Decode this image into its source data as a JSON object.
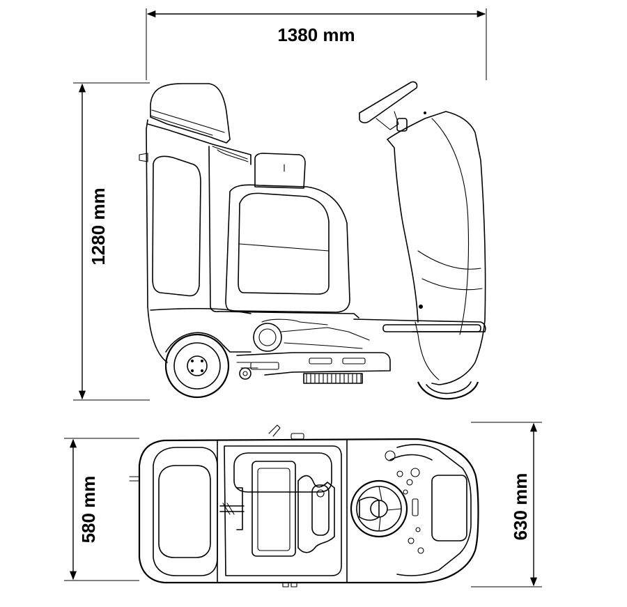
{
  "dimensions": {
    "overall_length": "1380 mm",
    "overall_height": "1280 mm",
    "body_width": "580 mm",
    "overall_width": "630 mm"
  },
  "colors": {
    "line": "#000000",
    "background": "#ffffff"
  }
}
